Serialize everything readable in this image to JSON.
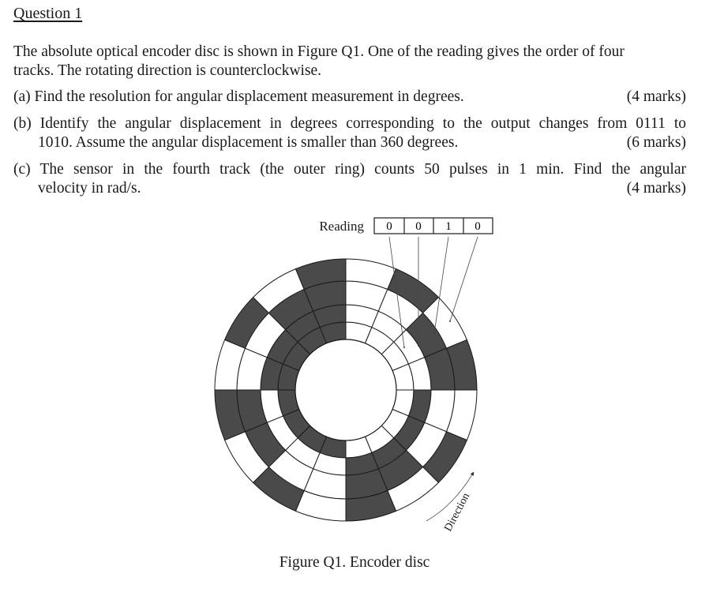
{
  "question": {
    "heading": "Question 1",
    "intro_line1": "The absolute optical encoder disc is shown in Figure Q1. One of the reading gives the order of four",
    "intro_line2": "tracks. The rotating direction is counterclockwise.",
    "parts": {
      "a": {
        "line1": "(a) Find the resolution for angular displacement measurement in degrees.",
        "marks": "(4 marks)"
      },
      "b": {
        "line1": "(b) Identify the angular displacement in degrees corresponding to the output changes from 0111 to",
        "line2": "1010. Assume the angular displacement is smaller than 360 degrees.",
        "marks": "(6 marks)"
      },
      "c": {
        "line1": "(c) The sensor in the fourth track (the outer ring) counts 50 pulses in 1 min. Find the angular",
        "line2": "velocity in rad/s.",
        "marks": "(4 marks)"
      }
    }
  },
  "figure": {
    "reading_label": "Reading",
    "reading_bits": [
      "0",
      "0",
      "1",
      "0"
    ],
    "direction_label": "Direction",
    "caption": "Figure Q1. Encoder disc",
    "colors": {
      "dark": "#4a4a4a",
      "light": "#ffffff",
      "stroke": "#1a1a1a"
    }
  }
}
